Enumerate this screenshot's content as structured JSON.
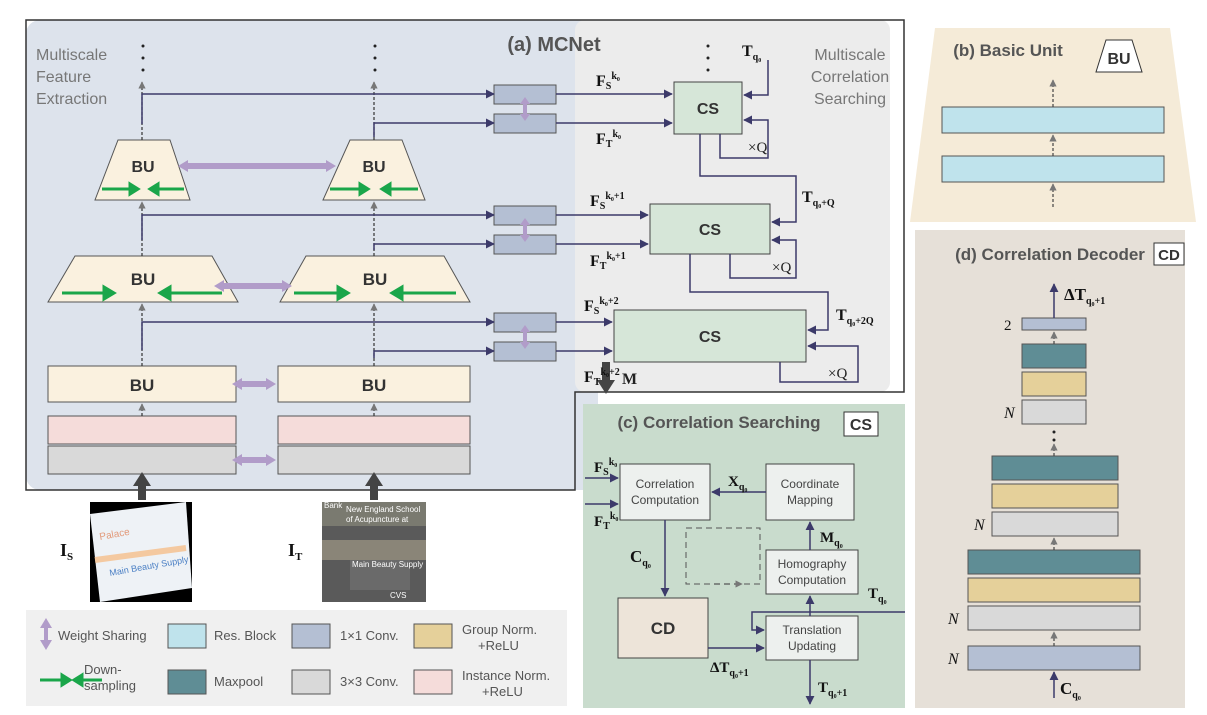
{
  "colors": {
    "panel_a_left": "#dde3ec",
    "panel_a_right": "#ececec",
    "panel_b": "#f5ebd8",
    "panel_c": "#c9dccd",
    "panel_d": "#e6e0d8",
    "bu_fill": "#faf1df",
    "cs_fill": "#d6e6d8",
    "conv1x1": "#b4bfd3",
    "conv3x3": "#d9d9d9",
    "res_block": "#bfe3ec",
    "maxpool": "#5f8d95",
    "group_norm": "#e5d09a",
    "inst_norm": "#f5dcda",
    "weight_share": "#b19cc9",
    "down_arrow": "#1aa64a",
    "line": "#3c3a6a"
  },
  "panel_a": {
    "title": "(a) MCNet",
    "left_caption": [
      "Multiscale",
      "Feature",
      "Extraction"
    ],
    "right_caption": [
      "Multiscale",
      "Correlation",
      "Searching"
    ],
    "bu_label": "BU",
    "cs_label": "CS",
    "times_q": "×Q",
    "m_label": "M",
    "img_source": "I",
    "img_source_sub": "S",
    "img_target": "I",
    "img_target_sub": "T",
    "feat_F": "F",
    "sub_S": "S",
    "sub_T": "T",
    "sup_k0": "k₀",
    "sup_k0_1": "k₀+1",
    "sup_k0_2": "k₀+2",
    "T_label": "T",
    "T_sub_q0": "q₀",
    "T_sub_q0Q": "q₀+Q",
    "T_sub_q02Q": "q₀+2Q",
    "ellipsis": ":"
  },
  "panel_b": {
    "title": "(b) Basic Unit",
    "badge": "BU"
  },
  "panel_c": {
    "title": "(c) Correlation Searching",
    "badge": "CS",
    "corr_comp": [
      "Correlation",
      "Computation"
    ],
    "coord_map": [
      "Coordinate",
      "Mapping"
    ],
    "homog": [
      "Homography",
      "Computation"
    ],
    "trans": [
      "Translation",
      "Updating"
    ],
    "cd_label": "CD",
    "X_label": "X",
    "C_label": "C",
    "M_label": "M",
    "T_label": "T",
    "dT_label": "ΔT",
    "sub_q0": "q₀",
    "sub_q0_1": "q₀+1",
    "F_label": "F",
    "sub_S": "S",
    "sub_T": "T",
    "sup_k0": "k₀"
  },
  "panel_d": {
    "title": "(d) Correlation Decoder",
    "badge": "CD",
    "out_label": "ΔT",
    "out_sub": "q₀+1",
    "in_label": "C",
    "in_sub": "q₀",
    "n_label": "N",
    "two_label": "2",
    "ellipsis": ":"
  },
  "legend": {
    "weight_sharing": "Weight Sharing",
    "res_block": "Res. Block",
    "conv1x1": "1×1 Conv.",
    "group_norm": [
      "Group Norm.",
      "+ReLU"
    ],
    "downsampling": [
      "Down-",
      "sampling"
    ],
    "maxpool": "Maxpool",
    "conv3x3": "3×3 Conv.",
    "inst_norm": [
      "Instance Norm.",
      "+ReLU"
    ]
  },
  "map_labels": [
    "Bank",
    "New England School",
    "of Acupuncture at",
    "Main Beauty Supply",
    "CVS",
    "Palace"
  ]
}
